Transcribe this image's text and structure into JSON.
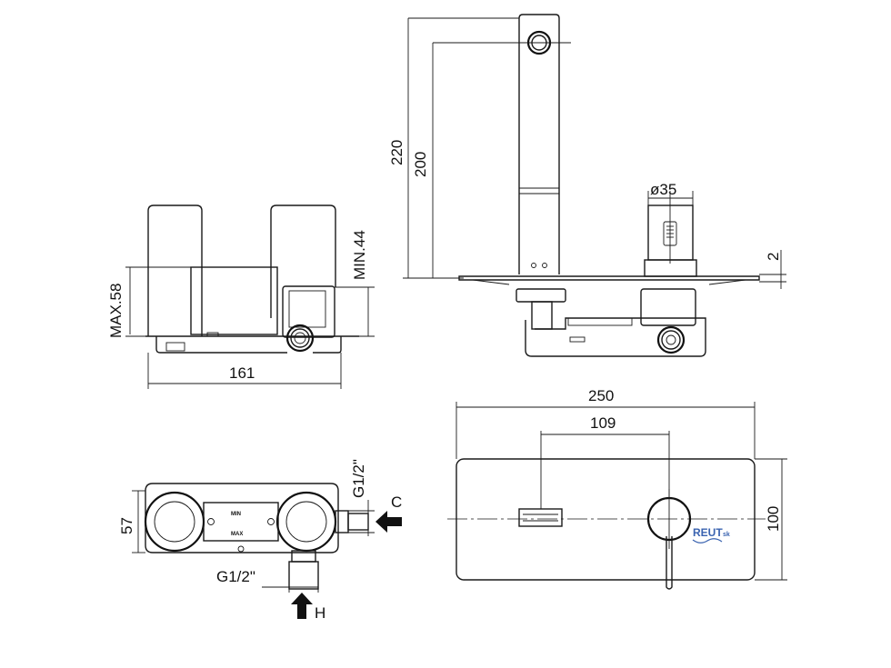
{
  "dimensions": {
    "max58": "MAX.58",
    "min44": "MIN.44",
    "w161": "161",
    "h220": "220",
    "h200": "200",
    "d35": "ø35",
    "t2": "2",
    "w250": "250",
    "w109": "109",
    "h100": "100",
    "h57": "57",
    "g_top": "G1/2\"",
    "g_bottom": "G1/2\""
  },
  "labels": {
    "cold": "C",
    "hot": "H",
    "body_min": "MIN",
    "body_max": "MAX"
  },
  "logo": {
    "name": "REUT",
    "suffix": "sk"
  },
  "colors": {
    "line": "#1a1a1a",
    "logo": "#3a63b0"
  }
}
